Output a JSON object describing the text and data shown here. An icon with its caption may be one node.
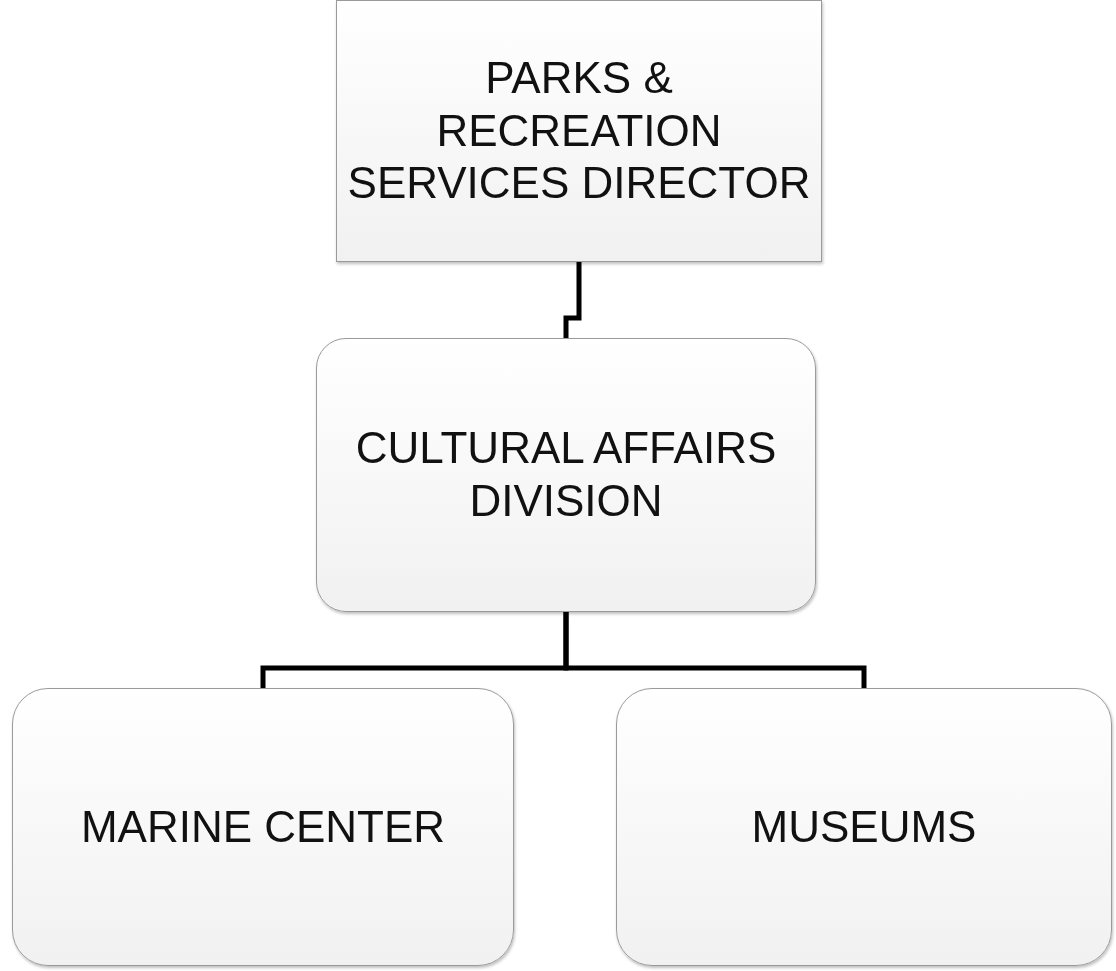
{
  "diagram": {
    "nodes": [
      {
        "text": [
          "PARKS & RECREATION SERVICES DIRECTOR"
        ]
      },
      {
        "text": [
          "CULTURAL AFFAIRS DIVISION"
        ]
      },
      {
        "text": [
          "MARINE CENTER"
        ]
      },
      {
        "text": [
          "MUSEUMS"
        ]
      }
    ],
    "edges": [
      {
        "from": 0,
        "to": 1,
        "arrow": "none"
      },
      {
        "from": 1,
        "to": 2,
        "arrow": "none"
      },
      {
        "from": 1,
        "to": 3,
        "arrow": "none"
      }
    ]
  }
}
